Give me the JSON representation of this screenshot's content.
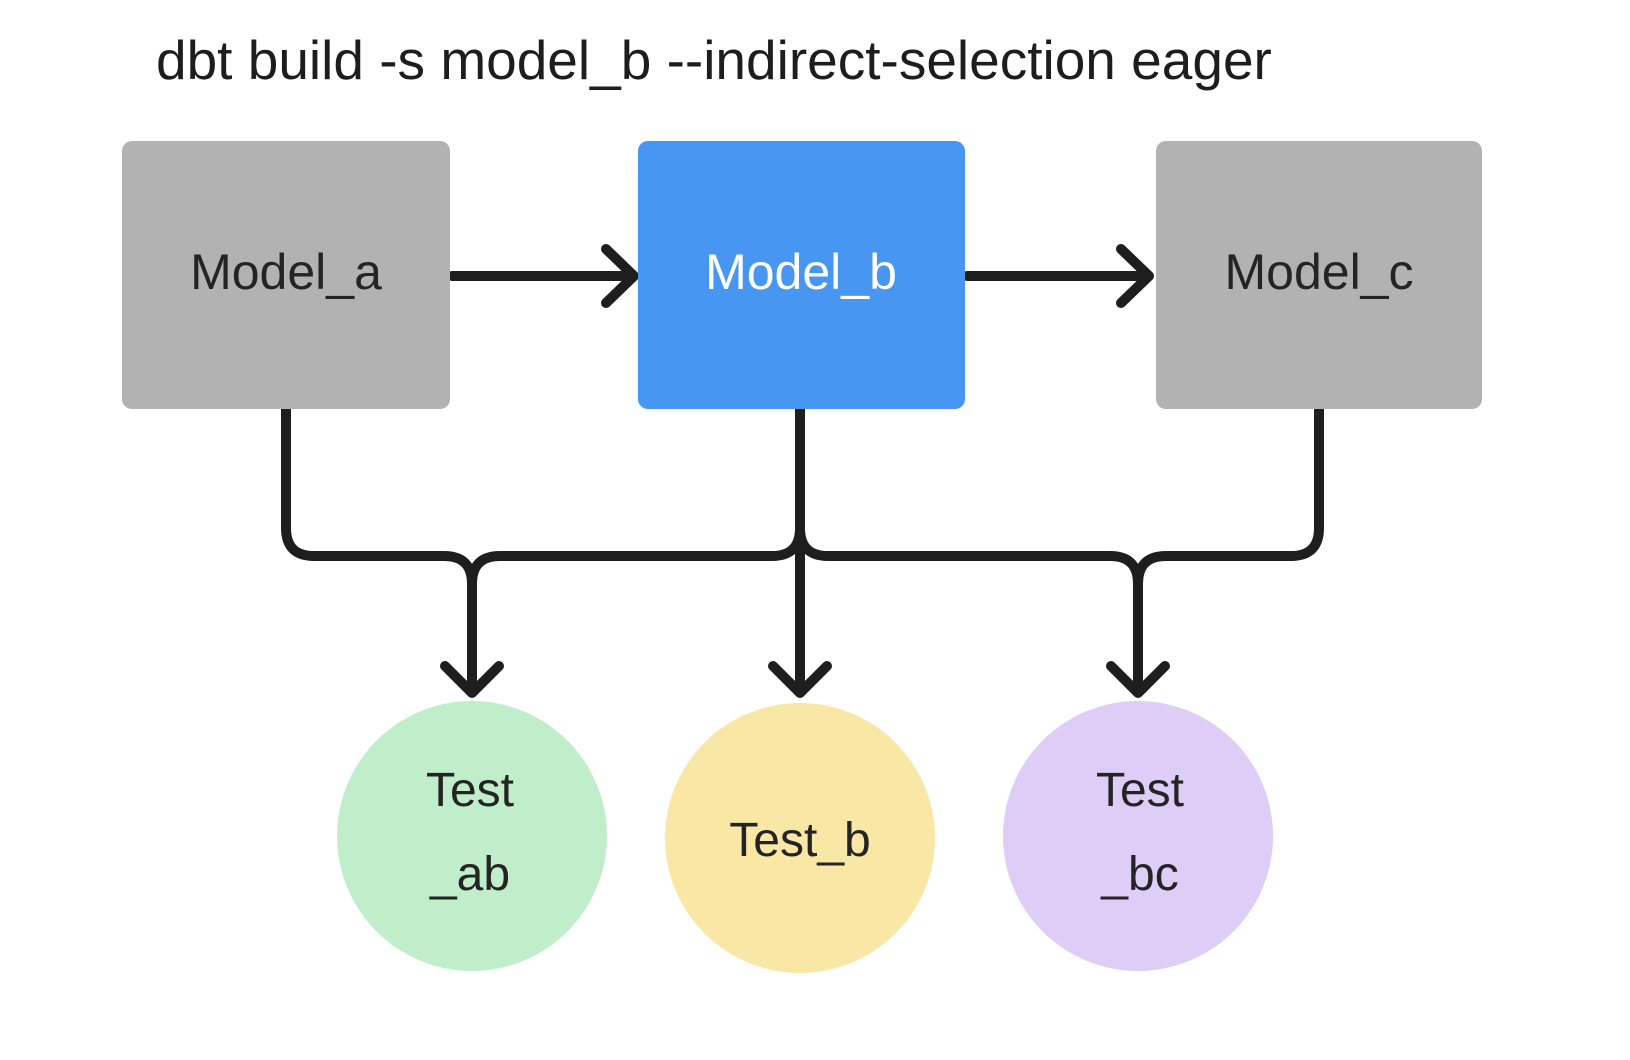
{
  "title": "dbt build -s model_b --indirect-selection eager",
  "colors": {
    "background": "#ffffff",
    "edge": "#1e1e1e",
    "title_text": "#1d1d1f",
    "model_gray": "#b2b2b2",
    "model_blue": "#4696f2",
    "test_green": "#c0eecb",
    "test_yellow": "#f9e7a6",
    "test_purple": "#decdf6",
    "text_dark": "#242424",
    "text_light": "#ffffff"
  },
  "nodes": {
    "model_a": {
      "label": "Model_a",
      "shape": "rect",
      "fill": "#b2b2b2",
      "text": "#242424"
    },
    "model_b": {
      "label": "Model_b",
      "shape": "rect",
      "fill": "#4696f2",
      "text": "#ffffff"
    },
    "model_c": {
      "label": "Model_c",
      "shape": "rect",
      "fill": "#b2b2b2",
      "text": "#242424"
    },
    "test_ab": {
      "line1": "Test",
      "line2": "_ab",
      "shape": "circle",
      "fill": "#c0eecb",
      "text": "#242424"
    },
    "test_b": {
      "label": "Test_b",
      "shape": "circle",
      "fill": "#f9e7a6",
      "text": "#242424"
    },
    "test_bc": {
      "line1": "Test",
      "line2": "_bc",
      "shape": "circle",
      "fill": "#decdf6",
      "text": "#242424"
    }
  },
  "edges": [
    {
      "from": "model_a",
      "to": "model_b"
    },
    {
      "from": "model_b",
      "to": "model_c"
    },
    {
      "from": "model_a",
      "to": "test_ab"
    },
    {
      "from": "model_b",
      "to": "test_ab"
    },
    {
      "from": "model_b",
      "to": "test_b"
    },
    {
      "from": "model_b",
      "to": "test_bc"
    },
    {
      "from": "model_c",
      "to": "test_bc"
    }
  ]
}
